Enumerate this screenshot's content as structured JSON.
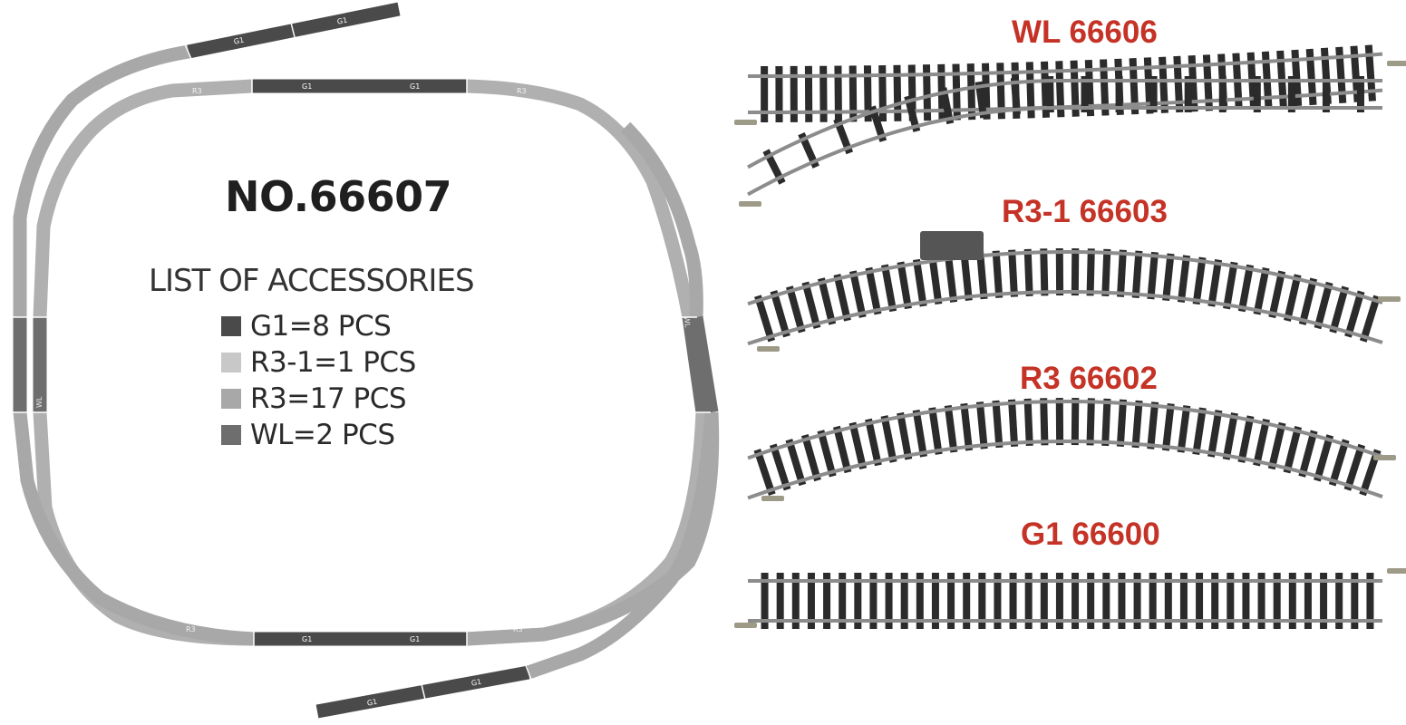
{
  "diagram": {
    "model_number": "NO.66607",
    "list_title": "LIST OF ACCESSORIES",
    "colors": {
      "G1": "#4a4a4a",
      "R3-1": "#c8c8c8",
      "R3": "#a8a8a8",
      "WL": "#6e6e6e",
      "label_red": "#c53226",
      "tie": "#2b2b2b",
      "rail": "#8c8c8c"
    },
    "legend": [
      {
        "key": "G1",
        "text": "G1=8 PCS"
      },
      {
        "key": "R3-1",
        "text": "R3-1=1 PCS"
      },
      {
        "key": "R3",
        "text": "R3=17 PCS"
      },
      {
        "key": "WL",
        "text": "WL=2 PCS"
      }
    ],
    "segment_labels": {
      "G1": "G1",
      "R3": "R3",
      "WL": "WL"
    },
    "products": [
      {
        "code": "WL 66606",
        "kind": "WL"
      },
      {
        "code": "R3-1 66603",
        "kind": "R3-1"
      },
      {
        "code": "R3 66602",
        "kind": "R3"
      },
      {
        "code": "G1 66600",
        "kind": "G1"
      }
    ]
  }
}
